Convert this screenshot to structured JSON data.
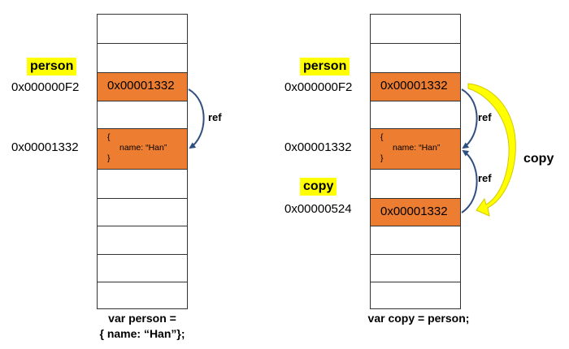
{
  "left": {
    "var_label": "person",
    "addr_person": "0x000000F2",
    "addr_object": "0x00001332",
    "cell_person_value": "0x00001332",
    "object": {
      "open": "{",
      "prop": "name: “Han”",
      "close": "}"
    },
    "ref_label": "ref",
    "caption_line1": "var person =",
    "caption_line2": "{ name: “Han”};"
  },
  "right": {
    "var_label_person": "person",
    "var_label_copy": "copy",
    "addr_person": "0x000000F2",
    "addr_object": "0x00001332",
    "addr_copy": "0x00000524",
    "cell_person_value": "0x00001332",
    "cell_copy_value": "0x00001332",
    "object": {
      "open": "{",
      "prop": "name: “Han”",
      "close": "}"
    },
    "ref_label_top": "ref",
    "ref_label_bottom": "ref",
    "copy_arrow_label": "copy",
    "caption": "var copy = person;"
  },
  "colors": {
    "cell_fill": "#ed7d31",
    "highlight": "#ffff00",
    "ref_arrow": "#2f4f7f",
    "copy_arrow": "#ffff00"
  }
}
